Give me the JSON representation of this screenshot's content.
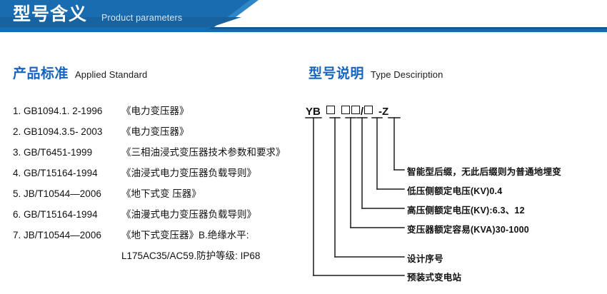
{
  "banner": {
    "title_zh": "型号含义",
    "title_en": "Product parameters",
    "color_primary": "#1a6cb0",
    "color_dark": "#145a92",
    "color_light": "#2e86c8"
  },
  "sections": {
    "standard": {
      "heading_zh": "产品标准",
      "heading_en": "Applied Standard",
      "items": [
        {
          "code": "1. GB1094.1. 2-1996",
          "name": "《电力变压器》"
        },
        {
          "code": "2. GB1094.3.5- 2003",
          "name": "《电力变压器》"
        },
        {
          "code": "3. GB/T6451-1999",
          "name": "《三相油浸式变压器技术参数和要求》"
        },
        {
          "code": "4. GB/T15164-1994",
          "name": "《油浸式电力变压器负载导则》"
        },
        {
          "code": "5. JB/T10544—2006",
          "name": "《地下式变 压器》"
        },
        {
          "code": "6. GB/T15164-1994",
          "name": "《油漫式电力变压器负载导则》"
        },
        {
          "code": "7. JB/T10544—2006",
          "name": "《地下式变压器》B.绝缘水平:"
        }
      ],
      "continuation": "L175AC35/AC59.防护等级: IP68"
    },
    "type": {
      "heading_zh": "型号说明",
      "heading_en": "Type Desciription",
      "model_code": {
        "prefix": "YB",
        "slash": "/",
        "dash": "-",
        "suffix": "Z"
      },
      "annotations": [
        {
          "text": "智能型后缀，无此后缀则为普通地埋变"
        },
        {
          "text": "低压侧额定电压(KV)0.4"
        },
        {
          "text": "高压侧额定电压(KV):6.3、12"
        },
        {
          "text": "变压器额定容易(KVA)30-1000"
        },
        {
          "text": "设计序号"
        },
        {
          "text": "预装式变电站"
        }
      ]
    }
  }
}
